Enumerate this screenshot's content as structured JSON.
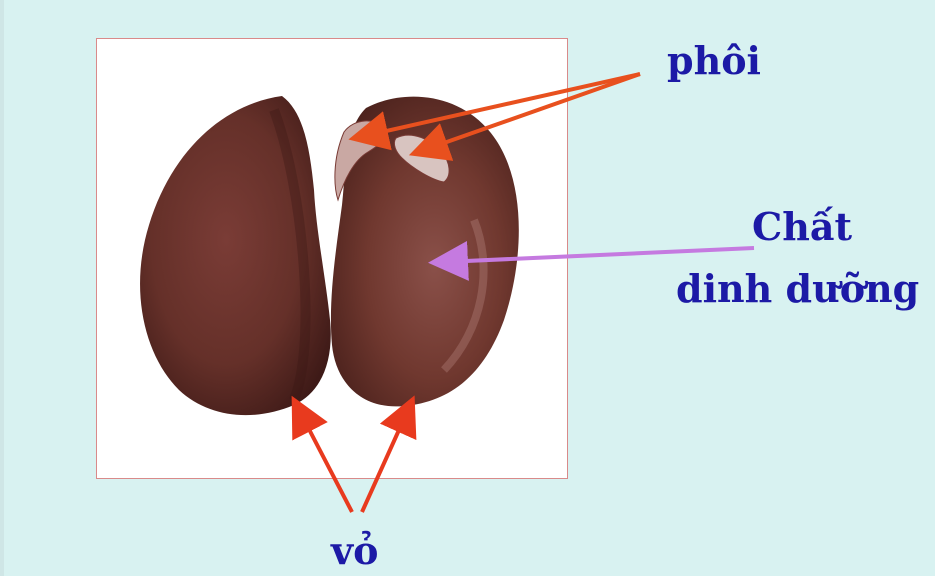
{
  "labels": {
    "embryo": "phôi",
    "nutrient_line1": "Chất",
    "nutrient_line2": "dinh dưỡng",
    "seed_coat": "vỏ"
  },
  "colors": {
    "background": "#d8f2f1",
    "label_text": "#1c1aa6",
    "arrow_embryo": "#e8501e",
    "arrow_nutrient": "#c57ae0",
    "arrow_seed_coat": "#e83a1e",
    "seed_dark": "#5a2a25",
    "seed_mid": "#7a3c36"
  }
}
